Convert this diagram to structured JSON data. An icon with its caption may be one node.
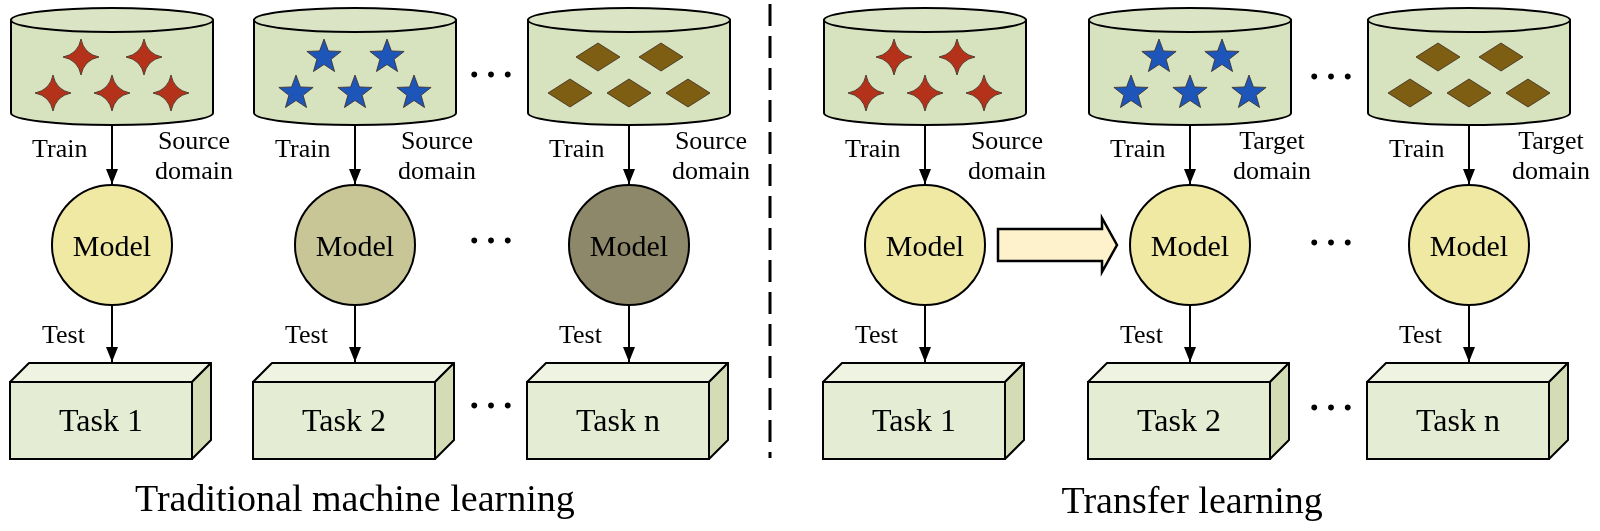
{
  "diagram": {
    "nodes": [
      {
        "text": [],
        "shape": "cylinder",
        "beside": [
          "Source domain"
        ]
      },
      {
        "text": [
          "Model"
        ]
      },
      {
        "text": [
          "Task 1"
        ]
      },
      {
        "text": [],
        "shape": "cylinder",
        "beside": [
          "Source domain"
        ]
      },
      {
        "text": [
          "Model"
        ]
      },
      {
        "text": [
          "Task 2"
        ]
      },
      {
        "text": [],
        "shape": "cylinder",
        "beside": [
          "Source domain"
        ]
      },
      {
        "text": [
          "Model"
        ]
      },
      {
        "text": [
          "Task n"
        ]
      },
      {
        "text": [],
        "shape": "cylinder",
        "beside": [
          "Source domain"
        ]
      },
      {
        "text": [
          "Model"
        ]
      },
      {
        "text": [
          "Task 1"
        ]
      },
      {
        "text": [],
        "shape": "cylinder",
        "beside": [
          "Target domain"
        ]
      },
      {
        "text": [
          "Model"
        ]
      },
      {
        "text": [
          "Task 2"
        ]
      },
      {
        "text": [],
        "shape": "cylinder",
        "beside": [
          "Target domain"
        ]
      },
      {
        "text": [
          "Model"
        ]
      },
      {
        "text": [
          "Task n"
        ]
      }
    ],
    "edges": [
      {
        "from": 0,
        "to": 1,
        "arrow": "to",
        "label": "Train"
      },
      {
        "from": 1,
        "to": 2,
        "arrow": "to",
        "label": "Test"
      },
      {
        "from": 3,
        "to": 4,
        "arrow": "to",
        "label": "Train"
      },
      {
        "from": 4,
        "to": 5,
        "arrow": "to",
        "label": "Test"
      },
      {
        "from": 6,
        "to": 7,
        "arrow": "to",
        "label": "Train"
      },
      {
        "from": 7,
        "to": 8,
        "arrow": "to",
        "label": "Test"
      },
      {
        "from": 9,
        "to": 10,
        "arrow": "to",
        "label": "Train"
      },
      {
        "from": 10,
        "to": 11,
        "arrow": "to",
        "label": "Test"
      },
      {
        "from": 12,
        "to": 13,
        "arrow": "to",
        "label": "Train"
      },
      {
        "from": 13,
        "to": 14,
        "arrow": "to",
        "label": "Test"
      },
      {
        "from": 15,
        "to": 16,
        "arrow": "to",
        "label": "Train"
      },
      {
        "from": 16,
        "to": 17,
        "arrow": "to",
        "label": "Test"
      },
      {
        "from": 10,
        "to": 13,
        "arrow": "to",
        "style": "thick"
      }
    ],
    "labels": [
      "…",
      "…",
      "…",
      "…",
      "…",
      "…",
      "Traditional machine learning",
      "Transfer learning"
    ]
  }
}
